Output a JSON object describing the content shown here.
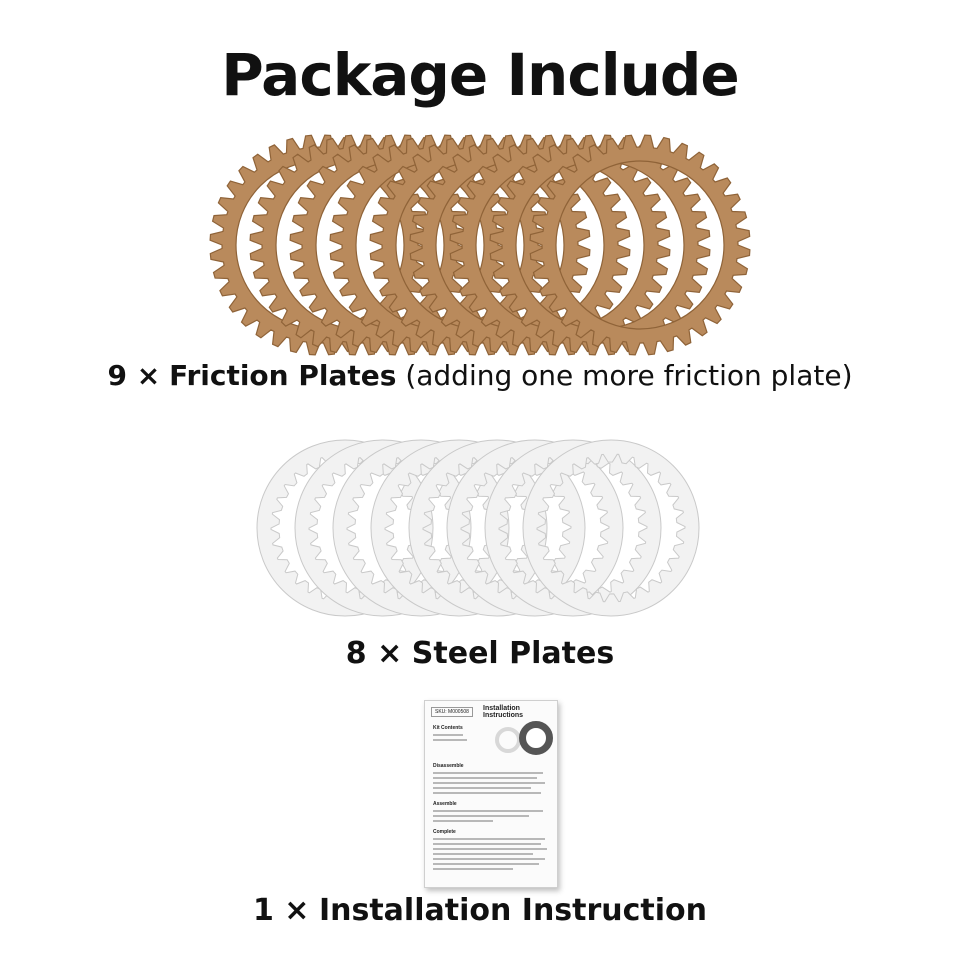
{
  "page": {
    "title": "Package Include"
  },
  "items": [
    {
      "qty": "9 ×",
      "name": "Friction Plates",
      "note": "(adding one more friction plate)",
      "count": 9
    },
    {
      "qty": "8 ×",
      "name": "Steel Plates",
      "note": "",
      "count": 8
    },
    {
      "qty": "1 ×",
      "name": "Installation Instruction",
      "note": "",
      "count": 1
    }
  ],
  "instruction_sheet": {
    "sku": "SKU: M000508",
    "heading": "Installation Instructions",
    "sections": [
      "Kit Contents",
      "Disassemble",
      "Assemble",
      "Complete"
    ]
  },
  "colors": {
    "friction": "#b98a5c",
    "friction_dark": "#8f6338",
    "steel": "#f2f2f2",
    "steel_edge": "#c9c9c9"
  }
}
